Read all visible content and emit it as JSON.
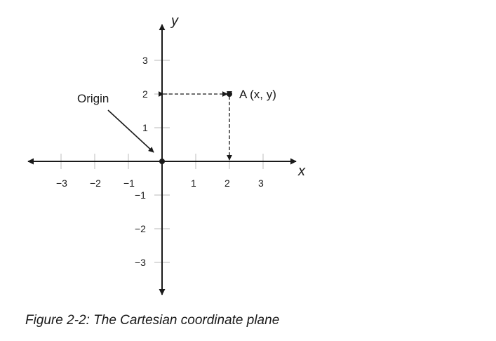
{
  "axes": {
    "x_label": "x",
    "y_label": "y",
    "x_ticks": [
      "−3",
      "−2",
      "−1",
      "1",
      "2",
      "3"
    ],
    "y_ticks_positive": [
      "1",
      "2",
      "3"
    ],
    "y_ticks_negative": [
      "−1",
      "−2",
      "−3"
    ]
  },
  "origin": {
    "label": "Origin"
  },
  "point": {
    "label": "A (x, y)",
    "x": 2,
    "y": 2
  },
  "caption": "Figure 2-2: The Cartesian coordinate plane",
  "colors": {
    "ink": "#1a1a1a",
    "tick": "#c8c8c8"
  }
}
